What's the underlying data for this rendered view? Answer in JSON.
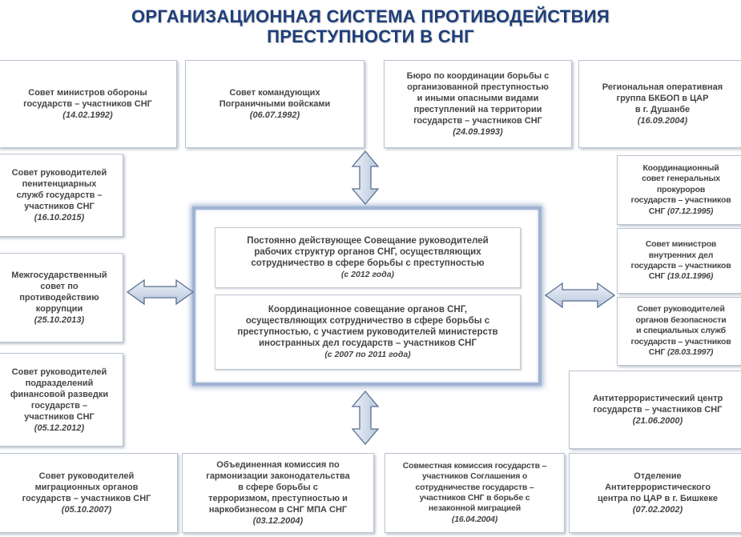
{
  "title": {
    "line1": "ОРГАНИЗАЦИОННАЯ СИСТЕМА ПРОТИВОДЕЙСТВИЯ",
    "line2": "ПРЕСТУПНОСТИ В СНГ"
  },
  "center": {
    "box1": {
      "lines": [
        "Постоянно действующее Совещание руководителей",
        "рабочих структур органов СНГ, осуществляющих",
        "сотрудничество в сфере борьбы с преступностью"
      ],
      "date": "(с 2012 года)"
    },
    "box2": {
      "lines": [
        "Координационное совещание органов СНГ,",
        "осуществляющих сотрудничество в сфере борьбы с",
        "преступностью, с участием руководителей министерств",
        "иностранных дел государств – участников СНГ"
      ],
      "date": "(с 2007 по 2011 года)"
    }
  },
  "top": [
    {
      "lines": [
        "Совет министров обороны",
        "государств – участников СНГ"
      ],
      "date": "(14.02.1992)"
    },
    {
      "lines": [
        "Совет командующих",
        "Пограничными войсками"
      ],
      "date": "(06.07.1992)"
    },
    {
      "lines": [
        "Бюро по координации борьбы с",
        "организованной преступностью",
        "и иными опасными видами",
        "преступлений на территории",
        "государств – участников СНГ"
      ],
      "date": "(24.09.1993)"
    },
    {
      "lines": [
        "Региональная оперативная",
        "группа  БКБОП в ЦАР",
        "в г. Душанбе"
      ],
      "date": "(16.09.2004)"
    }
  ],
  "left": [
    {
      "lines": [
        "Совет руководителей",
        "пенитенциарных",
        "служб государств –",
        "участников СНГ"
      ],
      "date": "(16.10.2015)"
    },
    {
      "lines": [
        "Межгосударственный",
        "совет по",
        "противодействию",
        "коррупции"
      ],
      "date": "(25.10.2013)"
    },
    {
      "lines": [
        "Совет руководителей",
        "подразделений",
        "финансовой разведки",
        "государств –",
        "участников СНГ"
      ],
      "date": "(05.12.2012)"
    }
  ],
  "right": [
    {
      "lines": [
        "Координационный",
        "совет генеральных",
        "прокуроров",
        "государств – участников"
      ],
      "tail": "СНГ ",
      "date": "(07.12.1995)"
    },
    {
      "lines": [
        "Совет министров",
        "внутренних дел",
        "государств – участников"
      ],
      "tail": "СНГ ",
      "date": "(19.01.1996)"
    },
    {
      "lines": [
        "Совет руководителей",
        "органов безопасности",
        "и специальных служб",
        "государств – участников"
      ],
      "tail": "СНГ  ",
      "date": "(28.03.1997)"
    },
    {
      "lines": [
        "Антитеррористический центр",
        "государств – участников СНГ"
      ],
      "date": "(21.06.2000)"
    },
    {
      "lines": [
        "Отделение",
        "Антитеррористического",
        "центра по ЦАР в г. Бишкеке"
      ],
      "date": "(07.02.2002)"
    }
  ],
  "bottom": [
    {
      "lines": [
        "Совет руководителей",
        "миграционных органов",
        "государств – участников СНГ"
      ],
      "date": "(05.10.2007)"
    },
    {
      "lines": [
        "Объединенная комиссия   по",
        "гармонизации  законодательства",
        "в  сфере   борьбы   с",
        "терроризмом,   преступностью  и",
        "наркобизнесом  в  СНГ  МПА СНГ"
      ],
      "date": "(03.12.2004)"
    },
    {
      "lines": [
        "Совместная комиссия государств –",
        "участников Соглашения о",
        "сотрудничестве государств –",
        "участников СНГ в борьбе с",
        "незаконной миграцией"
      ],
      "date": "(16.04.2004)"
    }
  ]
}
